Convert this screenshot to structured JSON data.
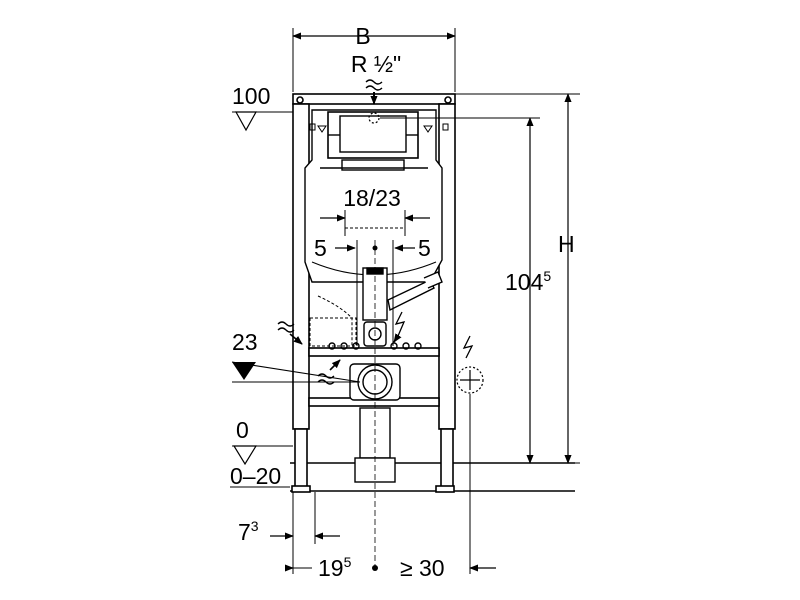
{
  "labels": {
    "width_label": "B",
    "height_label": "H",
    "supply_label": "R ½\"",
    "level_top": "100",
    "level_23": "23",
    "level_0": "0",
    "floor_range": "0–20",
    "frame_height": {
      "base": "104",
      "sup": "5"
    },
    "spacing_18_23": "18/23",
    "offset_left": "5",
    "offset_right": "5",
    "depth_73": {
      "base": "7",
      "sup": "3"
    },
    "depth_195": {
      "base": "19",
      "sup": "5"
    },
    "min_30": "≥ 30"
  },
  "icons": [
    "water-supply-icon",
    "electrical-icon",
    "power-socket-icon",
    "level-marker-icon",
    "dimension-arrow-icon"
  ]
}
